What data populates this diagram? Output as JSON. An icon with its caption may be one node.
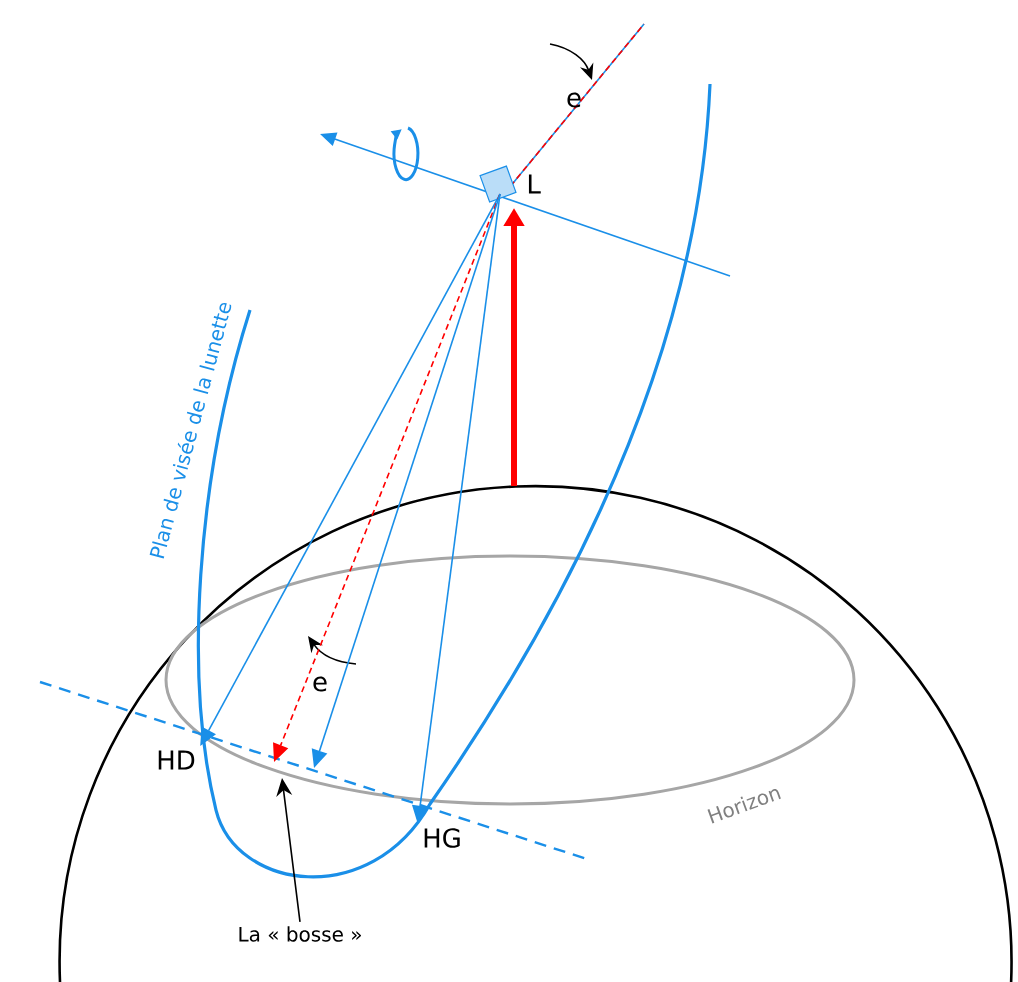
{
  "diagram": {
    "nodes": [
      {
        "text": [
          "L"
        ]
      },
      {
        "text": [
          "HD"
        ]
      },
      {
        "text": [
          "HG"
        ]
      },
      {
        "text": [
          "La « bosse »"
        ]
      }
    ],
    "edges": [
      {
        "from": 0,
        "to": 1,
        "arrow": "to"
      },
      {
        "from": 0,
        "to": null,
        "arrow": "to",
        "style": "dashed",
        "color": "#ff0000"
      },
      {
        "from": 0,
        "to": null,
        "arrow": "to"
      },
      {
        "from": 0,
        "to": 2,
        "arrow": "to"
      },
      {
        "from": 3,
        "to": null,
        "arrow": "to",
        "color": "#000000"
      }
    ],
    "labels": [
      "Plan de visée de la lunette",
      "e",
      "e",
      "Horizon"
    ]
  }
}
